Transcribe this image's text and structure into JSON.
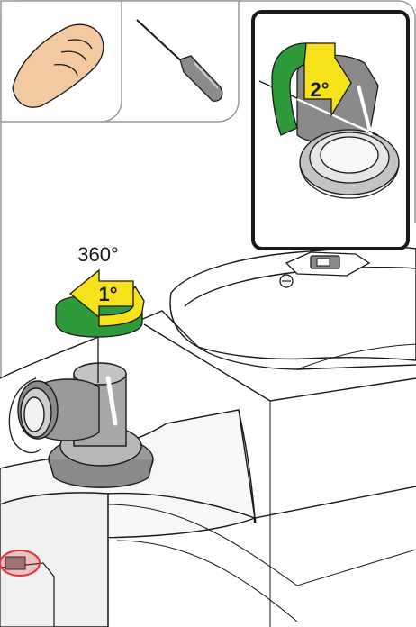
{
  "labels": {
    "rotation_angle": "360°",
    "step_one": "1°",
    "step_two": "2°"
  },
  "tools": {
    "hand_icon": "hand-icon",
    "screwdriver_icon": "screwdriver-icon"
  },
  "colors": {
    "arrow_yellow": "#f6e21a",
    "arrow_green": "#2e9a3b",
    "outline": "#1a1a1a",
    "panel_bg": "#ffffff",
    "tank_fill": "#f7f7f7",
    "fitting_gray": "#8a8a8a",
    "hand_skin": "#f2c9a0",
    "screwdriver_handle": "#8c8c8c",
    "highlight_red": "#e0333b"
  }
}
